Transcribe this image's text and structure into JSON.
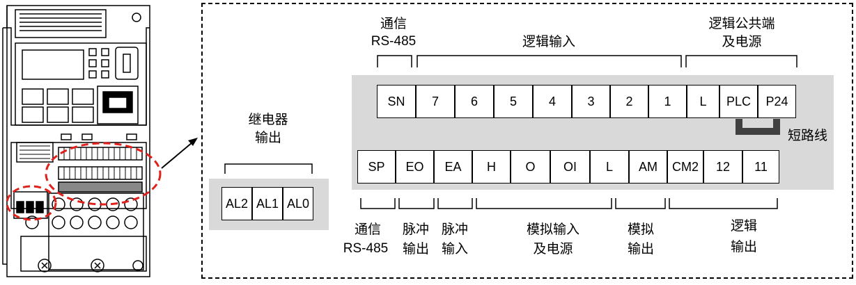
{
  "relay": {
    "label_line1": "继电器",
    "label_line2": "输出",
    "terminals": [
      "AL2",
      "AL1",
      "AL0"
    ]
  },
  "top_row": {
    "terminals": [
      "SN",
      "7",
      "6",
      "5",
      "4",
      "3",
      "2",
      "1",
      "L",
      "PLC",
      "P24"
    ]
  },
  "bottom_row": {
    "terminals": [
      "SP",
      "EO",
      "EA",
      "H",
      "O",
      "OI",
      "L",
      "AM",
      "CM2",
      "12",
      "11"
    ]
  },
  "top_labels": {
    "comm_line1": "通信",
    "comm_line2": "RS-485",
    "logic_input": "逻辑输入",
    "common_line1": "逻辑公共端",
    "common_line2": "及电源"
  },
  "short_bar_label": "短路线",
  "bottom_labels": {
    "comm_line1": "通信",
    "comm_line2": "RS-485",
    "pulse_out_line1": "脉冲",
    "pulse_out_line2": "输出",
    "pulse_in_line1": "脉冲",
    "pulse_in_line2": "输入",
    "analog_in_line1": "模拟输入",
    "analog_in_line2": "及电源",
    "analog_out_line1": "模拟",
    "analog_out_line2": "输出",
    "logic_out_line1": "逻辑",
    "logic_out_line2": "输出"
  },
  "colors": {
    "panel_gray": "#d9d9d9",
    "highlight_red": "#e0201b",
    "line": "#000000"
  }
}
